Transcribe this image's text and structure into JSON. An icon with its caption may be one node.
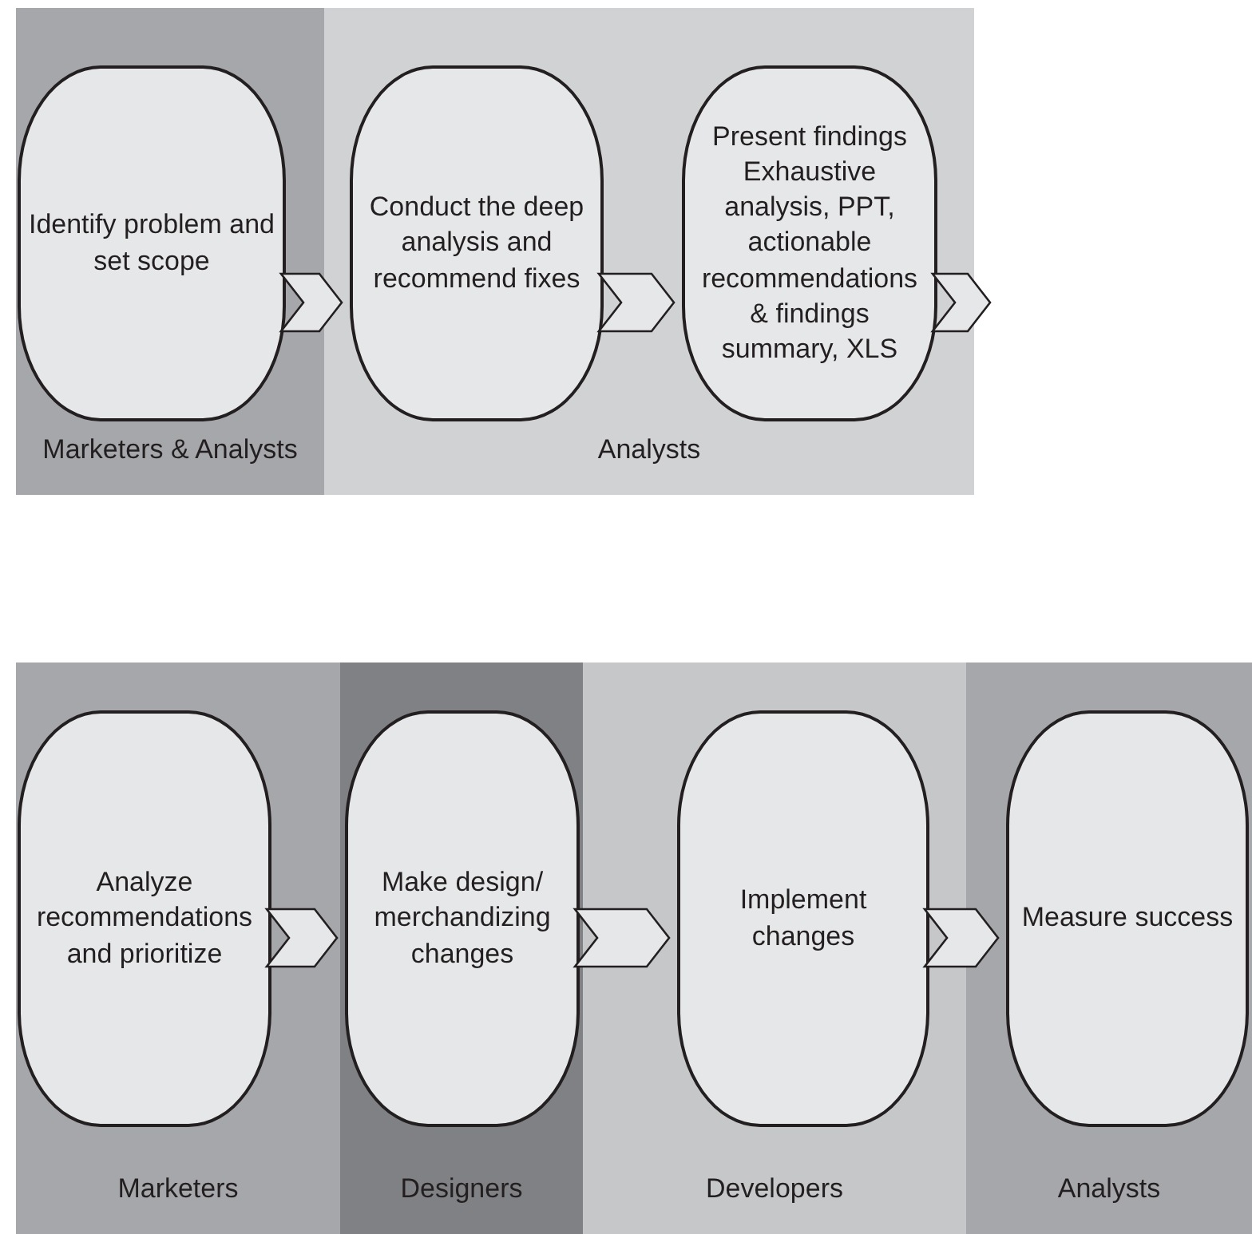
{
  "diagram": {
    "nodes": [
      {
        "text": [
          "Marketers & Analysts"
        ]
      },
      {
        "text": [
          "Identify problem and set scope"
        ],
        "in": 0
      },
      {
        "text": [
          "Analysts"
        ]
      },
      {
        "text": [
          "Conduct the deep analysis and recommend fixes"
        ],
        "in": 2
      },
      {
        "text": [
          "Present findings",
          "Exhaustive analysis, PPT, actionable recommendations & findings summary, XLS"
        ],
        "in": 2
      },
      {
        "text": [
          "Marketers"
        ]
      },
      {
        "text": [
          "Analyze recommendations and prioritize"
        ],
        "in": 5
      },
      {
        "text": [
          "Designers"
        ]
      },
      {
        "text": [
          "Make design/ merchandizing changes"
        ],
        "in": 7
      },
      {
        "text": [
          "Developers"
        ]
      },
      {
        "text": [
          "Implement changes"
        ],
        "in": 9
      },
      {
        "text": [
          "Analysts"
        ]
      },
      {
        "text": [
          "Measure success"
        ],
        "in": 11
      }
    ],
    "edges": [
      {
        "from": 1,
        "to": 3,
        "arrow": "to"
      },
      {
        "from": 3,
        "to": 4,
        "arrow": "to"
      },
      {
        "from": 4,
        "to": null,
        "arrow": "to"
      },
      {
        "from": 6,
        "to": 8,
        "arrow": "to"
      },
      {
        "from": 8,
        "to": 10,
        "arrow": "to"
      },
      {
        "from": 10,
        "to": 12,
        "arrow": "to"
      }
    ]
  }
}
